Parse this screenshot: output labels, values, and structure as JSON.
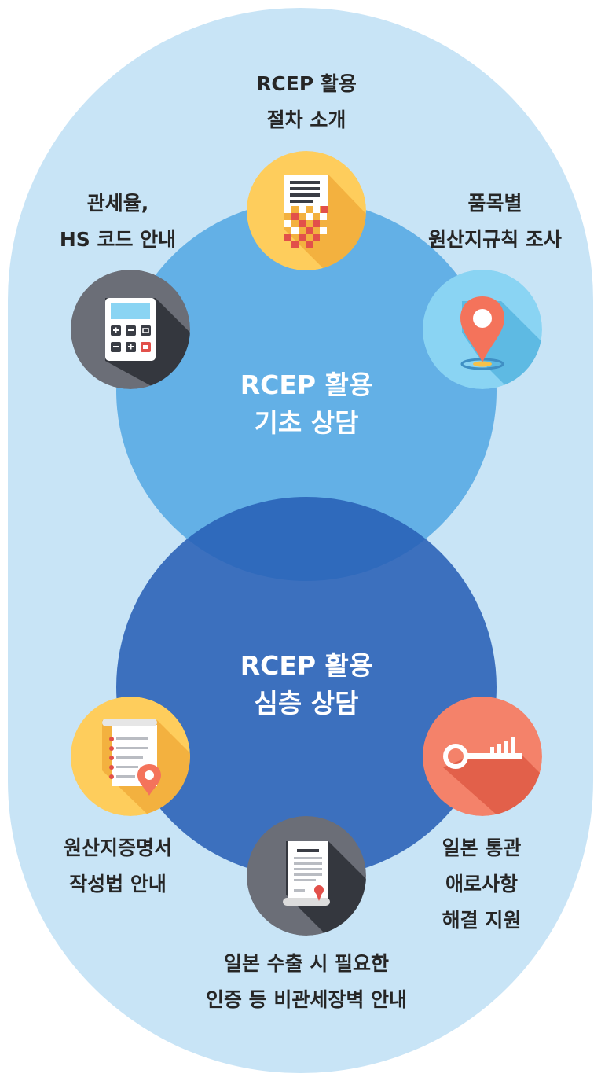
{
  "basic": {
    "line1": "RCEP 활용",
    "line2": "기초 상담"
  },
  "deep": {
    "line1": "RCEP 활용",
    "line2": "심층 상담"
  },
  "items": {
    "procedure": {
      "line1": "RCEP 활용",
      "line2": "절차 소개",
      "icon": "document-icon",
      "color": "#fecd5c"
    },
    "tariff": {
      "line1": "관세율,",
      "line2": "HS 코드 안내",
      "icon": "calculator-icon",
      "color": "#6b6e77"
    },
    "origin_rules": {
      "line1": "품목별",
      "line2": "원산지규칙 조사",
      "icon": "location-pin-icon",
      "color": "#8ad4f3"
    },
    "certificate": {
      "line1": "원산지증명서",
      "line2": "작성법 안내",
      "icon": "checklist-icon",
      "color": "#fecd5c"
    },
    "customs": {
      "line1": "일본 통관",
      "line2": "애로사항",
      "line3": "해결 지원",
      "icon": "key-icon",
      "color": "#f4826a"
    },
    "non_tariff": {
      "line1": "일본 수출 시 필요한",
      "line2": "인증 등 비관세장벽 안내",
      "icon": "certificate-scroll-icon",
      "color": "#6b6e77"
    }
  }
}
